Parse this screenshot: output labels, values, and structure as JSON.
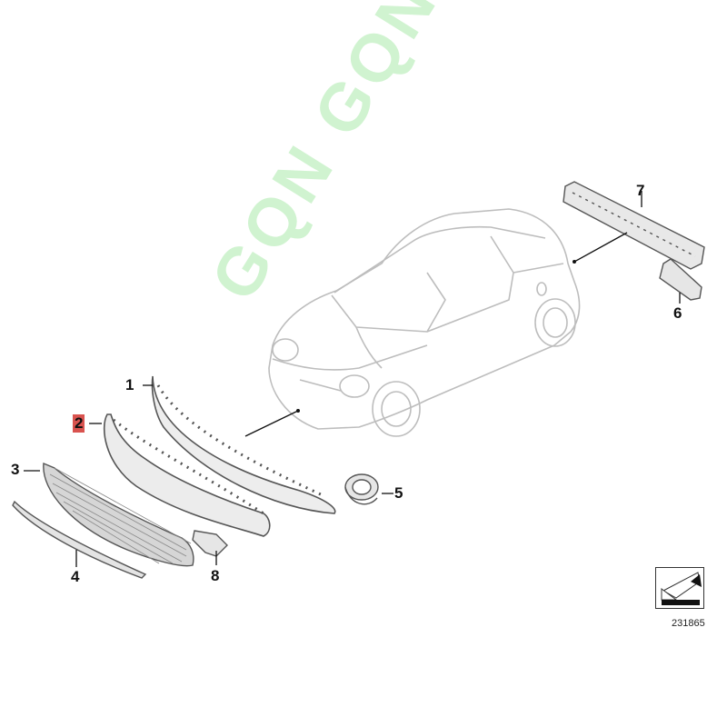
{
  "callouts": {
    "p1": "1",
    "p2": "2",
    "p3": "3",
    "p4": "4",
    "p5": "5",
    "p6": "6",
    "p7": "7",
    "p8": "8"
  },
  "watermark": "GQN GQN",
  "catalog_number": "231865",
  "colors": {
    "highlight": "#d9534f",
    "watermark": "#78dc78",
    "part_stroke": "#555555",
    "car_stroke": "#bdbdbd"
  }
}
